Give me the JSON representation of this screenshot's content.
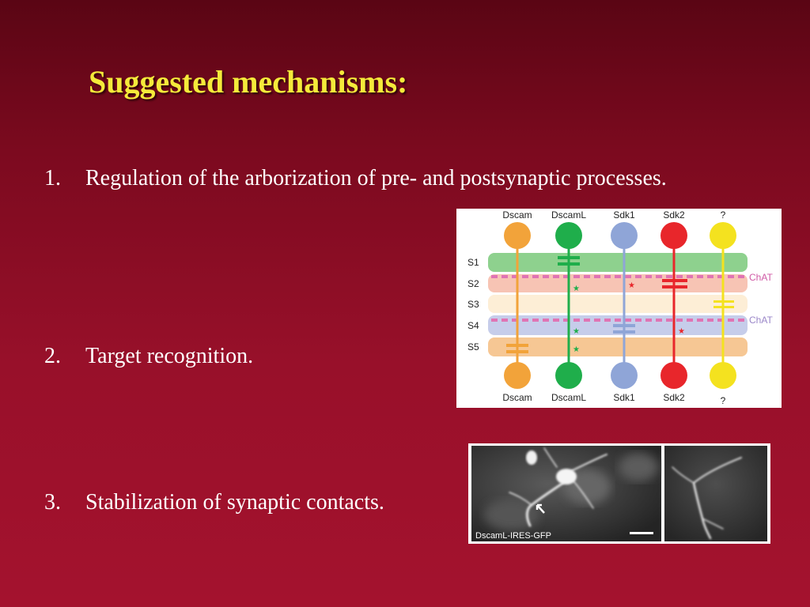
{
  "slide": {
    "title": "Suggested mechanisms:",
    "items": [
      {
        "number": "1.",
        "text": "Regulation of the arborization of pre- and postsynaptic processes."
      },
      {
        "number": "2.",
        "text": "Target recognition."
      },
      {
        "number": "3.",
        "text": "Stabilization of synaptic contacts."
      }
    ]
  },
  "diagram": {
    "top_labels": [
      "Dscam",
      "DscamL",
      "Sdk1",
      "Sdk2",
      "?"
    ],
    "bottom_labels": [
      "Dscam",
      "DscamL",
      "Sdk1",
      "Sdk2",
      "?"
    ],
    "layers": [
      "S1",
      "S2",
      "S3",
      "S4",
      "S5"
    ],
    "chat_labels": [
      "ChAT",
      "ChAT"
    ],
    "layer_colors": [
      "#8ed18e",
      "#f7c4b4",
      "#fdeed6",
      "#c6cdea",
      "#f6c794"
    ],
    "cell_colors": [
      "#f2a33a",
      "#1fae4b",
      "#8fa5d7",
      "#e8262b",
      "#f4e21f"
    ],
    "chat_line_color": "#e074b4"
  },
  "micrograph": {
    "caption": "DscamL-IRES-GFP"
  }
}
